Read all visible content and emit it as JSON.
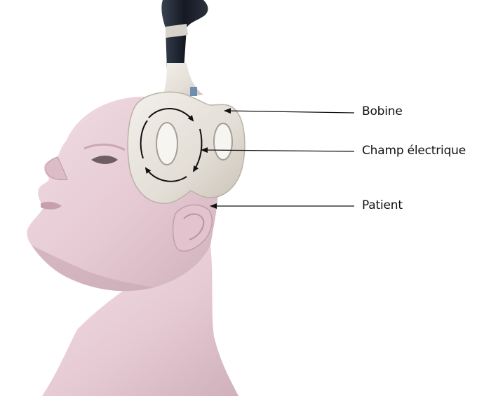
{
  "labels": {
    "coil": "Bobine",
    "field": "Champ électrique",
    "patient": "Patient"
  },
  "colors": {
    "background": "#ffffff",
    "skin": "#e9d0d8",
    "skin_shadow": "#c9a9b5",
    "coil": "#e6e2db",
    "coil_shadow": "#c8c2b8",
    "cable": "#1e2430",
    "leader_line": "#111111"
  }
}
